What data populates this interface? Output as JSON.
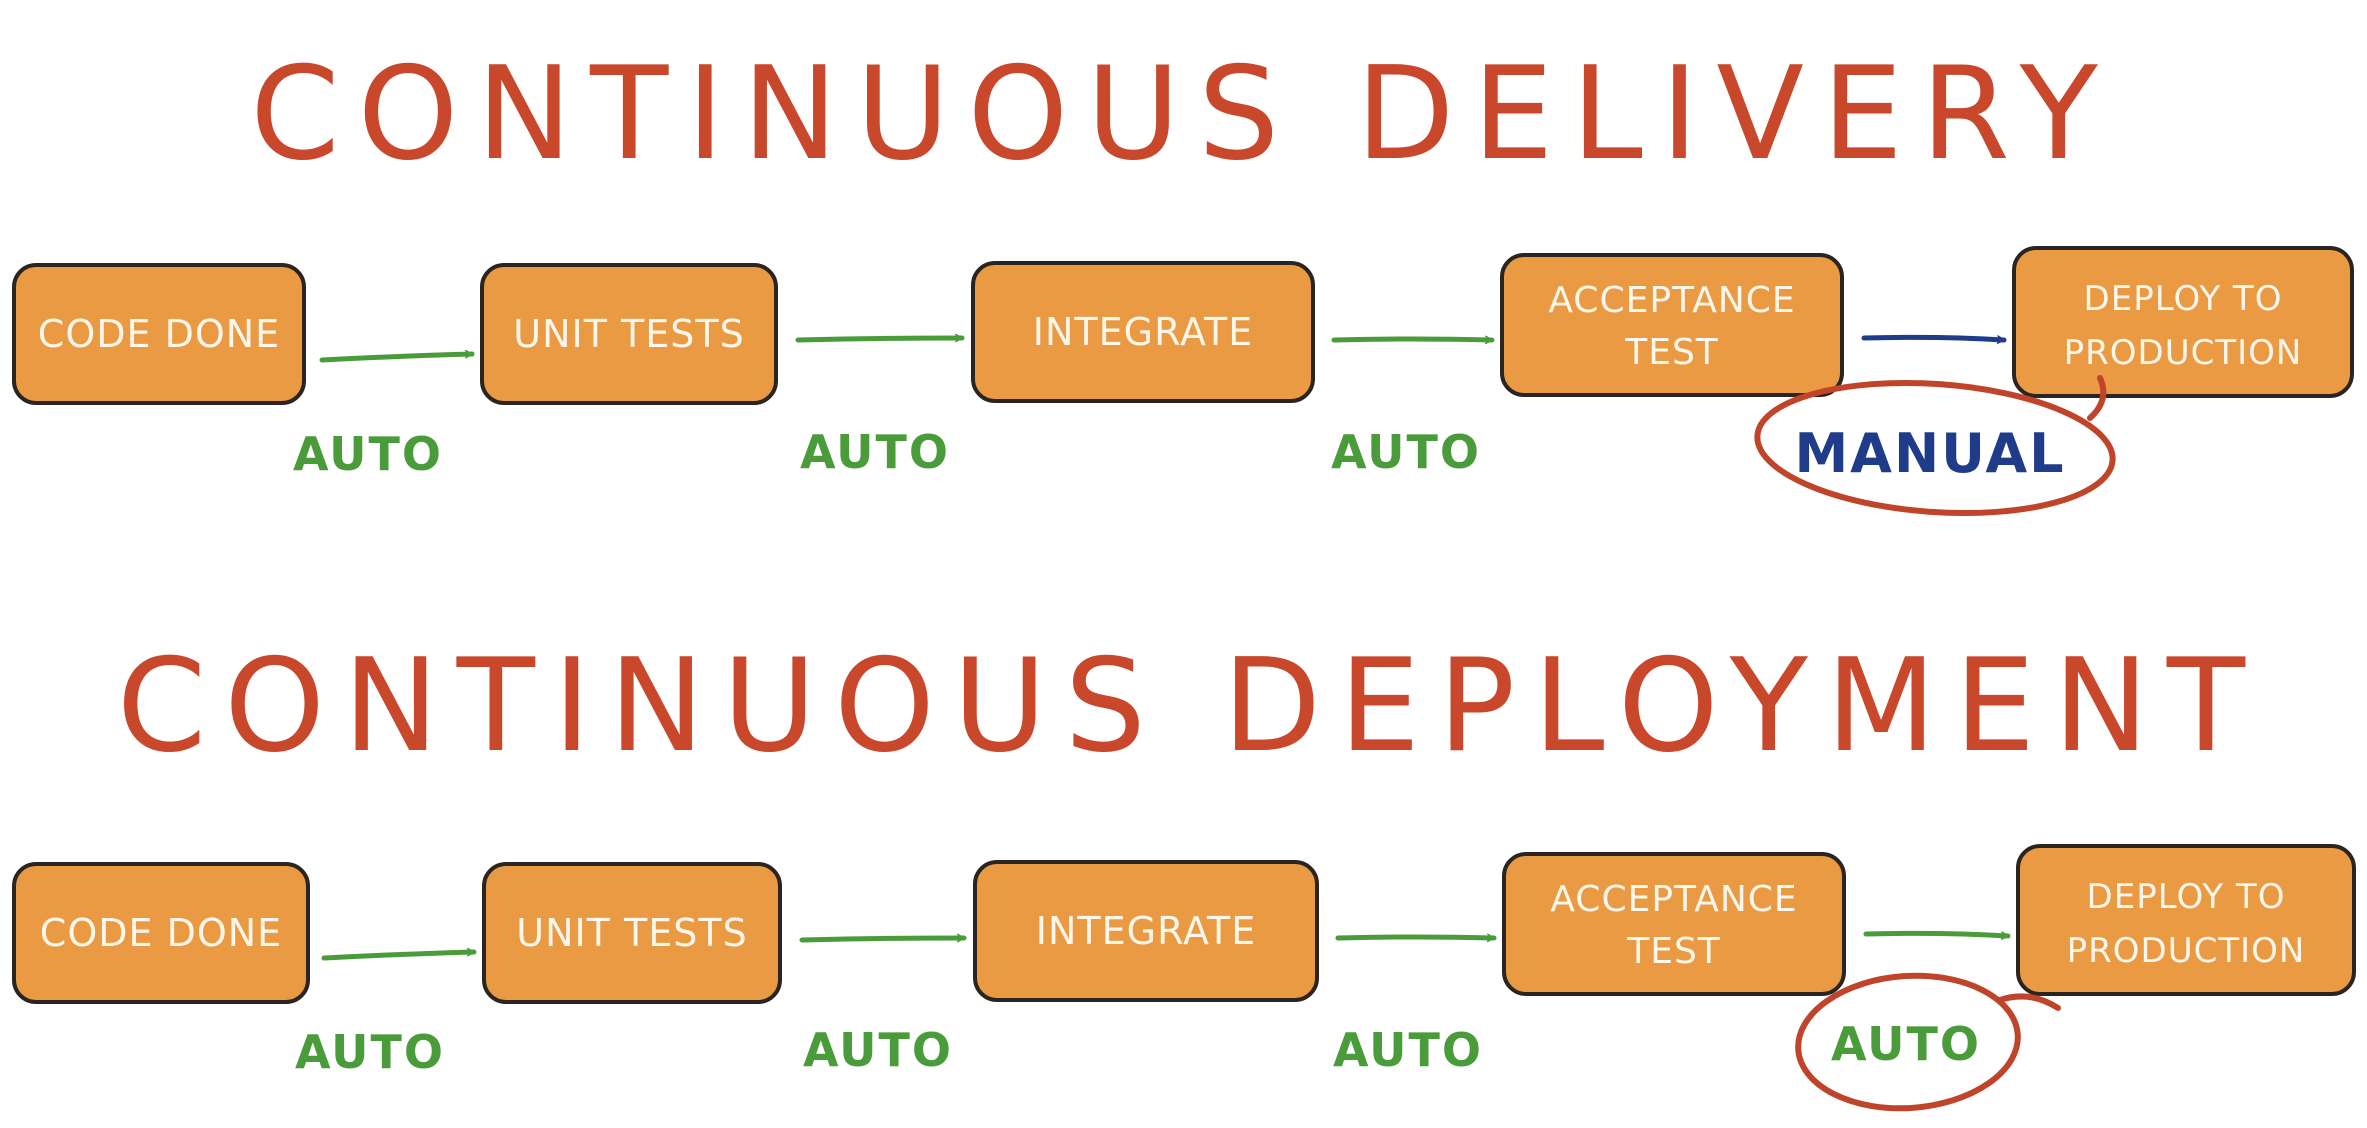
{
  "colors": {
    "title": "#c9472b",
    "box_fill": "#e99a43",
    "box_stroke": "#2a2520",
    "box_text": "#fff6ec",
    "auto": "#4a9c3a",
    "manual": "#1f3c8a",
    "circle": "#c0442a"
  },
  "delivery": {
    "title": "CONTINUOUS DELIVERY",
    "steps": [
      "CODE DONE",
      "UNIT TESTS",
      "INTEGRATE",
      "ACCEPTANCE TEST",
      "DEPLOY TO PRODUCTION"
    ],
    "transitions": [
      "AUTO",
      "AUTO",
      "AUTO",
      "MANUAL"
    ]
  },
  "deployment": {
    "title": "CONTINUOUS DEPLOYMENT",
    "steps": [
      "CODE DONE",
      "UNIT TESTS",
      "INTEGRATE",
      "ACCEPTANCE TEST",
      "DEPLOY TO PRODUCTION"
    ],
    "transitions": [
      "AUTO",
      "AUTO",
      "AUTO",
      "AUTO"
    ]
  }
}
